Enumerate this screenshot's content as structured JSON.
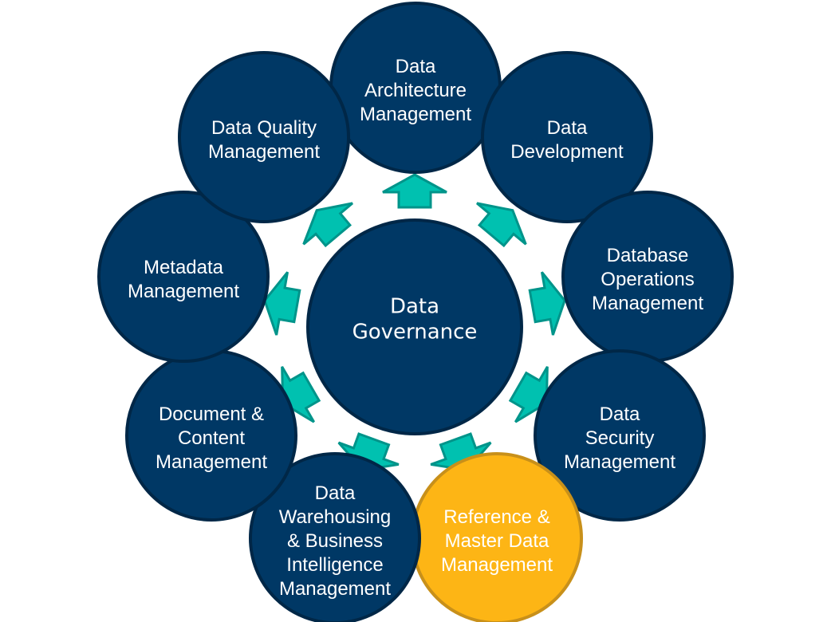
{
  "colors": {
    "node_fill": "#003865",
    "node_stroke": "#002747",
    "highlight_fill": "#FDB515",
    "highlight_stroke": "#C8901A",
    "arrow_fill": "#00C1B0",
    "arrow_stroke": "#00948A"
  },
  "center": {
    "lines": [
      "Data",
      "Governance"
    ]
  },
  "nodes": [
    {
      "id": "data-architecture-management",
      "lines": [
        "Data",
        "Architecture",
        "Management"
      ],
      "highlight": false
    },
    {
      "id": "data-development",
      "lines": [
        "Data",
        "Development"
      ],
      "highlight": false
    },
    {
      "id": "database-operations-management",
      "lines": [
        "Database",
        "Operations",
        "Management"
      ],
      "highlight": false
    },
    {
      "id": "data-security-management",
      "lines": [
        "Data",
        "Security",
        "Management"
      ],
      "highlight": false
    },
    {
      "id": "reference-master-data-management",
      "lines": [
        "Reference &",
        "Master Data",
        "Management"
      ],
      "highlight": true
    },
    {
      "id": "data-warehousing-bi-management",
      "lines": [
        "Data",
        "Warehousing",
        "& Business",
        "Intelligence",
        "Management"
      ],
      "highlight": false
    },
    {
      "id": "document-content-management",
      "lines": [
        "Document &",
        "Content",
        "Management"
      ],
      "highlight": false
    },
    {
      "id": "metadata-management",
      "lines": [
        "Metadata",
        "Management"
      ],
      "highlight": false
    },
    {
      "id": "data-quality-management",
      "lines": [
        "Data Quality",
        "Management"
      ],
      "highlight": false
    }
  ],
  "arrow_count": 9
}
